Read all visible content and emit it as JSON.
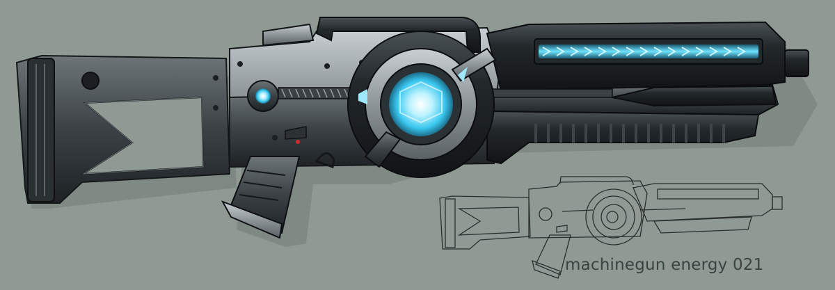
{
  "caption": "machinegun energy 021",
  "colors": {
    "background": "#8f9a94",
    "shadow": "#7a8580",
    "metal_dark": "#2b2f33",
    "metal_mid": "#5d6468",
    "metal_light": "#9aa2a6",
    "energy_glow": "#39d0ff",
    "line_sketch": "#2a2e2f"
  },
  "artwork": {
    "main": "machinegun-render",
    "sketch": "machinegun-line-sketch"
  }
}
